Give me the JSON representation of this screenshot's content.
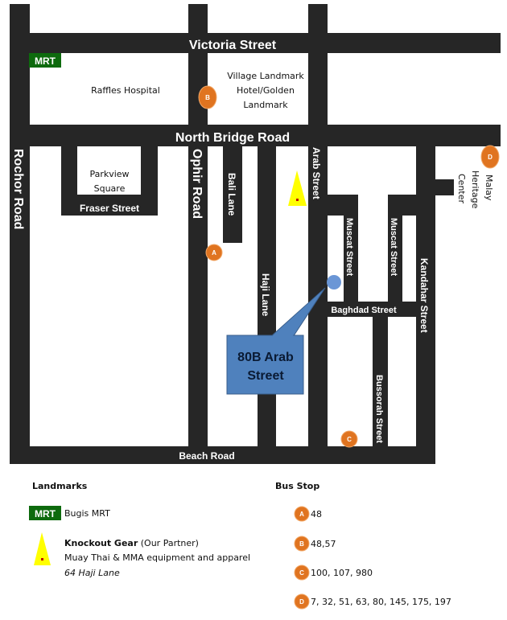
{
  "map": {
    "roads": {
      "victoria": "Victoria Street",
      "north_bridge": "North Bridge Road",
      "rochor": "Rochor Road",
      "ophir": "Ophir Road",
      "bali": "Bali Lane",
      "haji": "Haji Lane",
      "arab": "Arab Street",
      "muscat1": "Muscat Street",
      "muscat2": "Muscat Street",
      "kandahar": "Kandahar Street",
      "baghdad": "Baghdad Street",
      "bussorah": "Bussorah Street",
      "beach": "Beach Road",
      "fraser": "Fraser Street"
    },
    "places": {
      "raffles": "Raffles Hospital",
      "parkview": [
        "Parkview",
        "Square"
      ],
      "village": [
        "Village Landmark",
        "Hotel/Golden",
        "Landmark"
      ],
      "malay": [
        "Malay",
        "Heritage",
        "Center"
      ],
      "mrt": "MRT"
    },
    "stops": {
      "a": "A",
      "b": "B",
      "c": "C",
      "d": "D"
    },
    "callout": [
      "80B Arab",
      "Street"
    ]
  },
  "legend": {
    "landmarks_title": "Landmarks",
    "mrt_badge": "MRT",
    "mrt_label": "Bugis MRT",
    "partner_name": "Knockout Gear",
    "partner_note": " (Our Partner)",
    "partner_desc": "Muay Thai & MMA equipment and apparel",
    "partner_address": "64 Haji Lane",
    "bus_title": "Bus Stop",
    "bus_stops": [
      {
        "id": "A",
        "routes": "48"
      },
      {
        "id": "B",
        "routes": "48,57"
      },
      {
        "id": "C",
        "routes": "100, 107, 980"
      },
      {
        "id": "D",
        "routes": "7, 32, 51, 63, 80, 145, 175, 197"
      }
    ]
  },
  "colors": {
    "road": "#262626",
    "mrt": "#0d6a0d",
    "stop": "#e07420",
    "callout": "#4f81bd",
    "marker": "#ffff00"
  }
}
